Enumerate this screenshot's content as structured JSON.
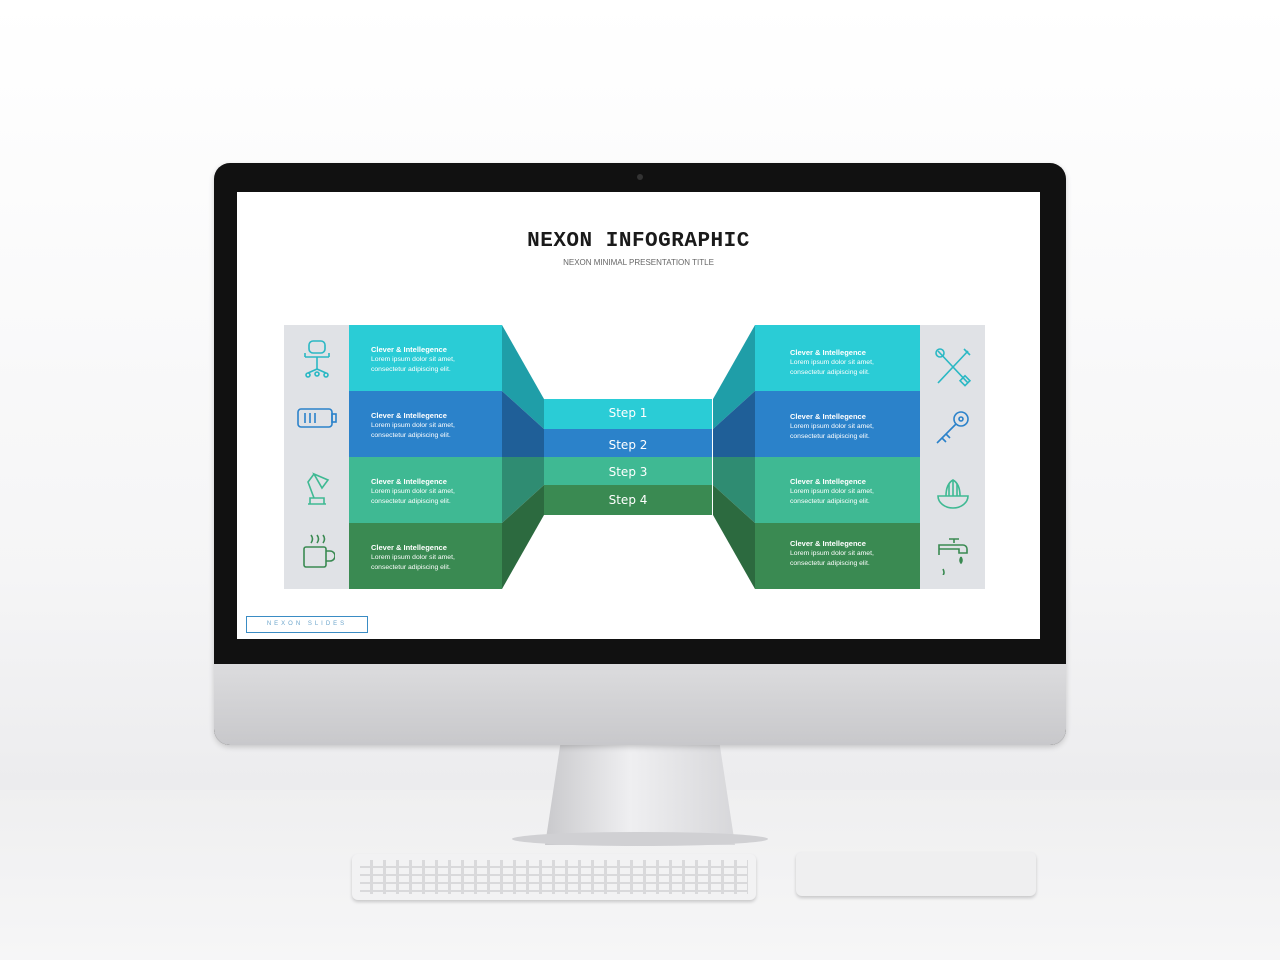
{
  "slide": {
    "title": "NEXON INFOGRAPHIC",
    "subtitle": "NEXON MINIMAL PRESENTATION TITLE",
    "footer": "NEXON SLIDES"
  },
  "colors": {
    "row1": "#2accd6",
    "row2": "#2b82ca",
    "row3": "#3fb993",
    "row4": "#3a8a52"
  },
  "steps": [
    {
      "label": "Step 1"
    },
    {
      "label": "Step 2"
    },
    {
      "label": "Step 3"
    },
    {
      "label": "Step 4"
    }
  ],
  "left_boxes": [
    {
      "heading": "Clever & Intellegence",
      "body1": "Lorem ipsum dolor sit amet,",
      "body2": "consectetur adipiscing elit.",
      "icon": "office-chair-icon"
    },
    {
      "heading": "Clever & Intellegence",
      "body1": "Lorem ipsum dolor sit amet,",
      "body2": "consectetur adipiscing elit.",
      "icon": "battery-icon"
    },
    {
      "heading": "Clever & Intellegence",
      "body1": "Lorem ipsum dolor sit amet,",
      "body2": "consectetur adipiscing elit.",
      "icon": "desk-lamp-icon"
    },
    {
      "heading": "Clever & Intellegence",
      "body1": "Lorem ipsum dolor sit amet,",
      "body2": "consectetur adipiscing elit.",
      "icon": "coffee-mug-icon"
    }
  ],
  "right_boxes": [
    {
      "heading": "Clever & Intellegence",
      "body1": "Lorem ipsum dolor sit amet,",
      "body2": "consectetur adipiscing elit.",
      "icon": "tools-icon"
    },
    {
      "heading": "Clever & Intellegence",
      "body1": "Lorem ipsum dolor sit amet,",
      "body2": "consectetur adipiscing elit.",
      "icon": "key-icon"
    },
    {
      "heading": "Clever & Intellegence",
      "body1": "Lorem ipsum dolor sit amet,",
      "body2": "consectetur adipiscing elit.",
      "icon": "juicer-icon"
    },
    {
      "heading": "Clever & Intellegence",
      "body1": "Lorem ipsum dolor sit amet,",
      "body2": "consectetur adipiscing elit.",
      "icon": "faucet-icon"
    }
  ]
}
